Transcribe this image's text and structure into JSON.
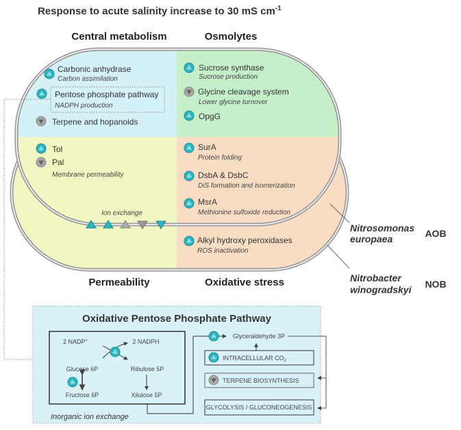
{
  "title": {
    "text": "Response to acute salinity increase to 30 mS cm",
    "superscript": "-1"
  },
  "quadrants": {
    "central_metabolism": "Central metabolism",
    "osmolytes": "Osmolytes",
    "permeability": "Permeability",
    "oxidative_stress": "Oxidative stress"
  },
  "colors": {
    "central": "#d4f1f7",
    "osmolytes": "#c4efc8",
    "permeability": "#f1f6c2",
    "oxidative": "#f8dcc3",
    "up_icon": "#2fb4bd",
    "down_icon": "#9a9a9a",
    "box_bg": "#d8f2f7"
  },
  "items": {
    "carbonic": {
      "name": "Carbonic anhydrase",
      "role": "Carbon assimilation",
      "direction": "up"
    },
    "pentose": {
      "name": "Pentose phosphate pathway",
      "role": "NADPH production",
      "direction": "up"
    },
    "terpene": {
      "name": "Terpene and hopanoids",
      "direction": "down"
    },
    "sucrose": {
      "name": "Sucrose synthase",
      "role": "Sucrose production",
      "direction": "up"
    },
    "glycine": {
      "name": "Glycine cleavage system",
      "role": "Lower glycine turnover",
      "direction": "down"
    },
    "opgg": {
      "name": "OpgG",
      "direction": "up"
    },
    "tol": {
      "name": "Tol",
      "direction": "up"
    },
    "pal": {
      "name": "Pal",
      "role": "Membrane permeability",
      "direction": "down"
    },
    "sura": {
      "name": "SurA",
      "role": "Protein folding",
      "direction": "up"
    },
    "dsb": {
      "name": "DsbA & DsbC",
      "role": "DiS formation and isomerization",
      "direction": "up"
    },
    "msra": {
      "name": "MsrA",
      "role": "Methionine sulfoxide reduction",
      "direction": "up"
    },
    "alkyl": {
      "name": "Alkyl hydroxy peroxidases",
      "role": "ROS inactivation",
      "direction": "up"
    },
    "ion_exchange": {
      "name": "Ion exchange"
    }
  },
  "organisms": {
    "aob": {
      "line1": "Nitrosomonas",
      "line2": "europaea",
      "tag": "AOB"
    },
    "nob": {
      "line1": "Nitrobacter",
      "line2": "winogradskyi",
      "tag": "NOB"
    }
  },
  "oppp": {
    "title": "Oxidative Pentose Phosphate Pathway",
    "nadp": "2 NADP",
    "nadp_sup": "+",
    "nadph": "2 NADPH",
    "glucose": "Glucose 6P",
    "ribulose": "Ribulose 5P",
    "overlay": "Inorganic ion exchange",
    "fructose": "Fructose 6P",
    "xilulose": "Xilulose 5P",
    "glyceraldehyde": "Glyceraldehyde 3P",
    "co2": "INTRACELLULAR CO",
    "co2_sub": "2",
    "terpene": "TERPENE BIOSYNTHESIS",
    "glycolysis": "GLYCOLYSIS / GLUCONEOGENESIS"
  }
}
